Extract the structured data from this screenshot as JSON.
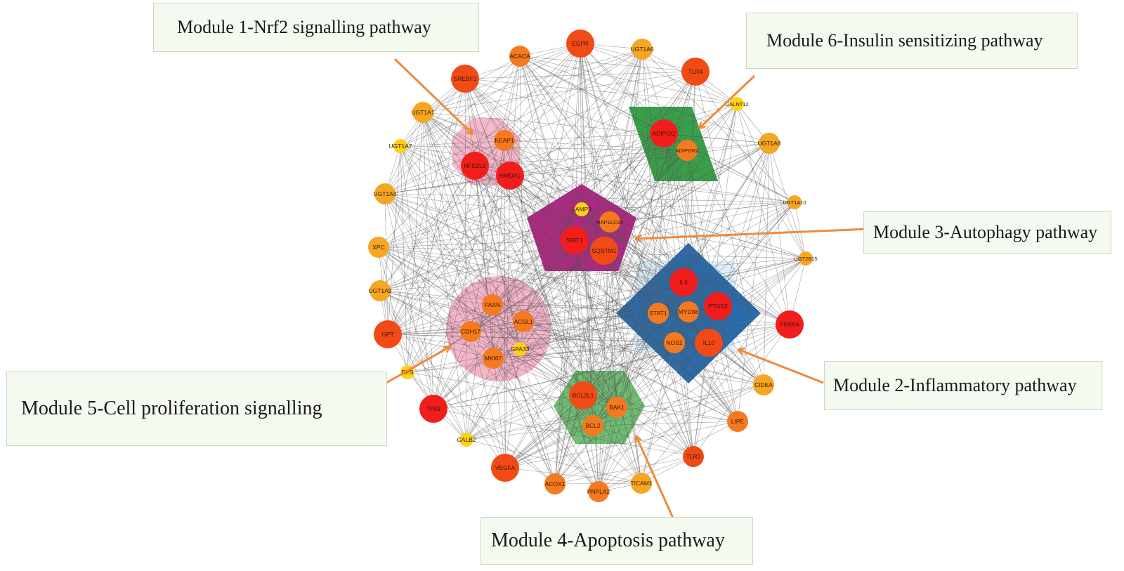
{
  "colors": {
    "edge": "#555555",
    "node_red": "#f21d1d",
    "node_redorange": "#f24a16",
    "node_orange": "#f57a1f",
    "node_amber": "#f5a623",
    "node_yellow": "#fcd116",
    "arrow": "#ee8a3b",
    "box_bg": "#f5faf0"
  },
  "modules": [
    {
      "id": "m1",
      "label": "Module 1-Nrf2 signalling pathway",
      "shape": "octagon",
      "fill": "#f2a7bf"
    },
    {
      "id": "m2",
      "label": "Module 2-Inflammatory pathway",
      "shape": "diamond",
      "fill": "#1f64a8"
    },
    {
      "id": "m3",
      "label": "Module 3-Autophagy pathway",
      "shape": "pentagon",
      "fill": "#b0197f"
    },
    {
      "id": "m4",
      "label": "Module 4-Apoptosis pathway",
      "shape": "hexagon",
      "fill": "#56b35b"
    },
    {
      "id": "m5",
      "label": "Module 5-Cell proliferation signalling",
      "shape": "circle",
      "fill": "#f2a3bb"
    },
    {
      "id": "m6",
      "label": "Module 6-Insulin sensitizing pathway",
      "shape": "parallelogram",
      "fill": "#2e9a40"
    }
  ],
  "nodes": [
    {
      "id": "EGFR",
      "color": "redorange",
      "size": "l"
    },
    {
      "id": "UGT1A6",
      "color": "amber",
      "size": "m"
    },
    {
      "id": "ACACA",
      "color": "orange",
      "size": "m"
    },
    {
      "id": "SREBF1",
      "color": "redorange",
      "size": "l"
    },
    {
      "id": "TLR4",
      "color": "redorange",
      "size": "l"
    },
    {
      "id": "GALNT12",
      "color": "yellow",
      "size": "s"
    },
    {
      "id": "UGT1A1",
      "color": "amber",
      "size": "m"
    },
    {
      "id": "UGT1A8",
      "color": "amber",
      "size": "m"
    },
    {
      "id": "UGT1A7",
      "color": "yellow",
      "size": "s"
    },
    {
      "id": "UGT1A10",
      "color": "amber",
      "size": "s"
    },
    {
      "id": "UGT1A3",
      "color": "amber",
      "size": "m"
    },
    {
      "id": "XPC",
      "color": "amber",
      "size": "m"
    },
    {
      "id": "UGT2B15",
      "color": "amber",
      "size": "s"
    },
    {
      "id": "UGT1A9",
      "color": "amber",
      "size": "m"
    },
    {
      "id": "GPT",
      "color": "redorange",
      "size": "l"
    },
    {
      "id": "PPARA",
      "color": "red",
      "size": "l"
    },
    {
      "id": "EPS",
      "color": "yellow",
      "size": "s"
    },
    {
      "id": "CIDEA",
      "color": "amber",
      "size": "m"
    },
    {
      "id": "TP53",
      "color": "red",
      "size": "l"
    },
    {
      "id": "LIPE",
      "color": "orange",
      "size": "m"
    },
    {
      "id": "CALB2",
      "color": "yellow",
      "size": "s"
    },
    {
      "id": "TLR2",
      "color": "redorange",
      "size": "m"
    },
    {
      "id": "VEGFA",
      "color": "redorange",
      "size": "l"
    },
    {
      "id": "ACOX1",
      "color": "orange",
      "size": "m"
    },
    {
      "id": "PNPLA2",
      "color": "orange",
      "size": "m"
    },
    {
      "id": "TICAM1",
      "color": "amber",
      "size": "m"
    },
    {
      "id": "KEAP1",
      "color": "orange",
      "size": "m"
    },
    {
      "id": "NFE2L2",
      "color": "red",
      "size": "l"
    },
    {
      "id": "HMOX1",
      "color": "red",
      "size": "l"
    },
    {
      "id": "ADIPOQ",
      "color": "red",
      "size": "l"
    },
    {
      "id": "ADIPOR2",
      "color": "orange",
      "size": "m"
    },
    {
      "id": "LAMP3",
      "color": "yellow",
      "size": "s"
    },
    {
      "id": "MAP1LC3A",
      "color": "orange",
      "size": "m"
    },
    {
      "id": "SIRT1",
      "color": "red",
      "size": "l"
    },
    {
      "id": "SQSTM1",
      "color": "redorange",
      "size": "l"
    },
    {
      "id": "IL6",
      "color": "red",
      "size": "l"
    },
    {
      "id": "STAT1",
      "color": "orange",
      "size": "m"
    },
    {
      "id": "MYD88",
      "color": "orange",
      "size": "m"
    },
    {
      "id": "PTGS2",
      "color": "red",
      "size": "l"
    },
    {
      "id": "NOS2",
      "color": "orange",
      "size": "m"
    },
    {
      "id": "IL10",
      "color": "redorange",
      "size": "l"
    },
    {
      "id": "FASN",
      "color": "orange",
      "size": "m"
    },
    {
      "id": "CDH17",
      "color": "orange",
      "size": "m"
    },
    {
      "id": "ACSL1",
      "color": "orange",
      "size": "m"
    },
    {
      "id": "GPA33",
      "color": "yellow",
      "size": "s"
    },
    {
      "id": "MKI67",
      "color": "orange",
      "size": "m"
    },
    {
      "id": "BCL2L1",
      "color": "redorange",
      "size": "l"
    },
    {
      "id": "BAK1",
      "color": "orange",
      "size": "m"
    },
    {
      "id": "BCL2",
      "color": "orange",
      "size": "m"
    }
  ]
}
